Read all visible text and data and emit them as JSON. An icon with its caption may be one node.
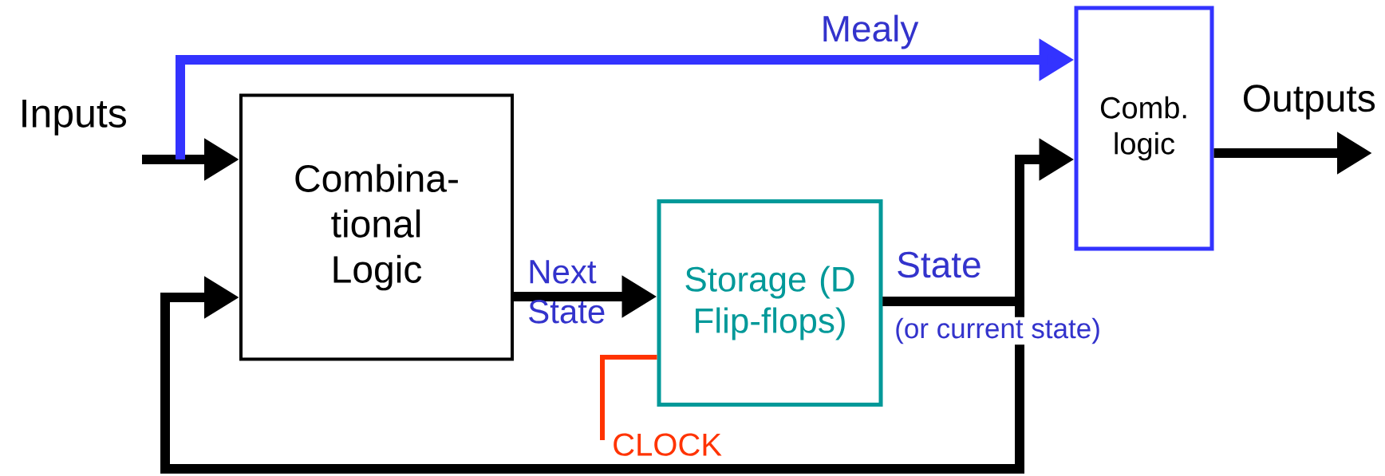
{
  "diagram": {
    "nodes": [
      {
        "text": [
          "Inputs"
        ]
      },
      {
        "text": [
          "Combina- tional Logic"
        ]
      },
      {
        "text": [
          "Storage (D Flip-flops)"
        ]
      },
      {
        "text": [
          "Comb. logic"
        ]
      },
      {
        "text": [
          "Outputs"
        ]
      },
      {
        "text": [
          "CLOCK"
        ]
      }
    ],
    "edges": [
      {
        "from": 0,
        "to": 1,
        "arrow": "to"
      },
      {
        "from": 0,
        "to": 3,
        "arrow": "to",
        "label": "Mealy",
        "color": "#3333ff"
      },
      {
        "from": 1,
        "to": 2,
        "arrow": "to",
        "label": "Next State"
      },
      {
        "from": 2,
        "to": 3,
        "arrow": "to",
        "label": "State"
      },
      {
        "from": 2,
        "to": 1,
        "arrow": "to"
      },
      {
        "from": 5,
        "to": 2,
        "arrow": "none",
        "color": "#ff3300"
      },
      {
        "from": 3,
        "to": 4,
        "arrow": "to"
      }
    ],
    "labels": [
      "(or current state)"
    ]
  }
}
